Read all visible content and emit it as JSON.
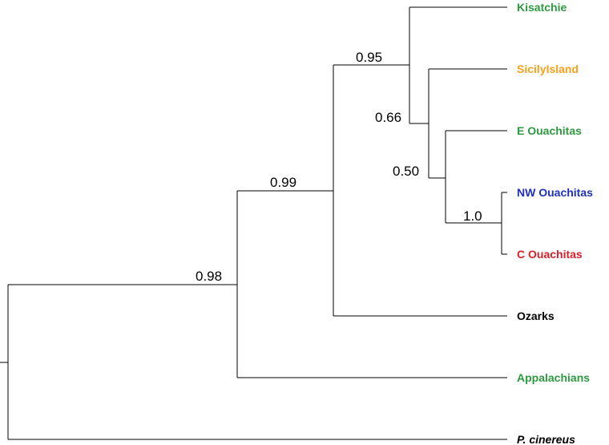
{
  "taxa": [
    {
      "label": "Kisatchie",
      "color": "#2e9a3f",
      "italic": false
    },
    {
      "label": "SicilyIsland",
      "color": "#f5a11c",
      "italic": false
    },
    {
      "label": "E Ouachitas",
      "color": "#2e9a3f",
      "italic": false
    },
    {
      "label": "NW Ouachitas",
      "color": "#1f2fbf",
      "italic": false
    },
    {
      "label": "C Ouachitas",
      "color": "#d8202a",
      "italic": false
    },
    {
      "label": "Ozarks",
      "color": "#000000",
      "italic": false
    },
    {
      "label": "Appalachians",
      "color": "#2e9a3f",
      "italic": false
    },
    {
      "label": "P. cinereus",
      "color": "#000000",
      "italic": true
    }
  ],
  "support_values": {
    "root_ingroup": "0.98",
    "ozarks_clade": "0.99",
    "louisiana_ouachita_clade": "0.95",
    "sicily_ouachita_clade": "0.66",
    "ouachita_clade": "0.50",
    "nw_c_ouachitas": "1.0"
  }
}
